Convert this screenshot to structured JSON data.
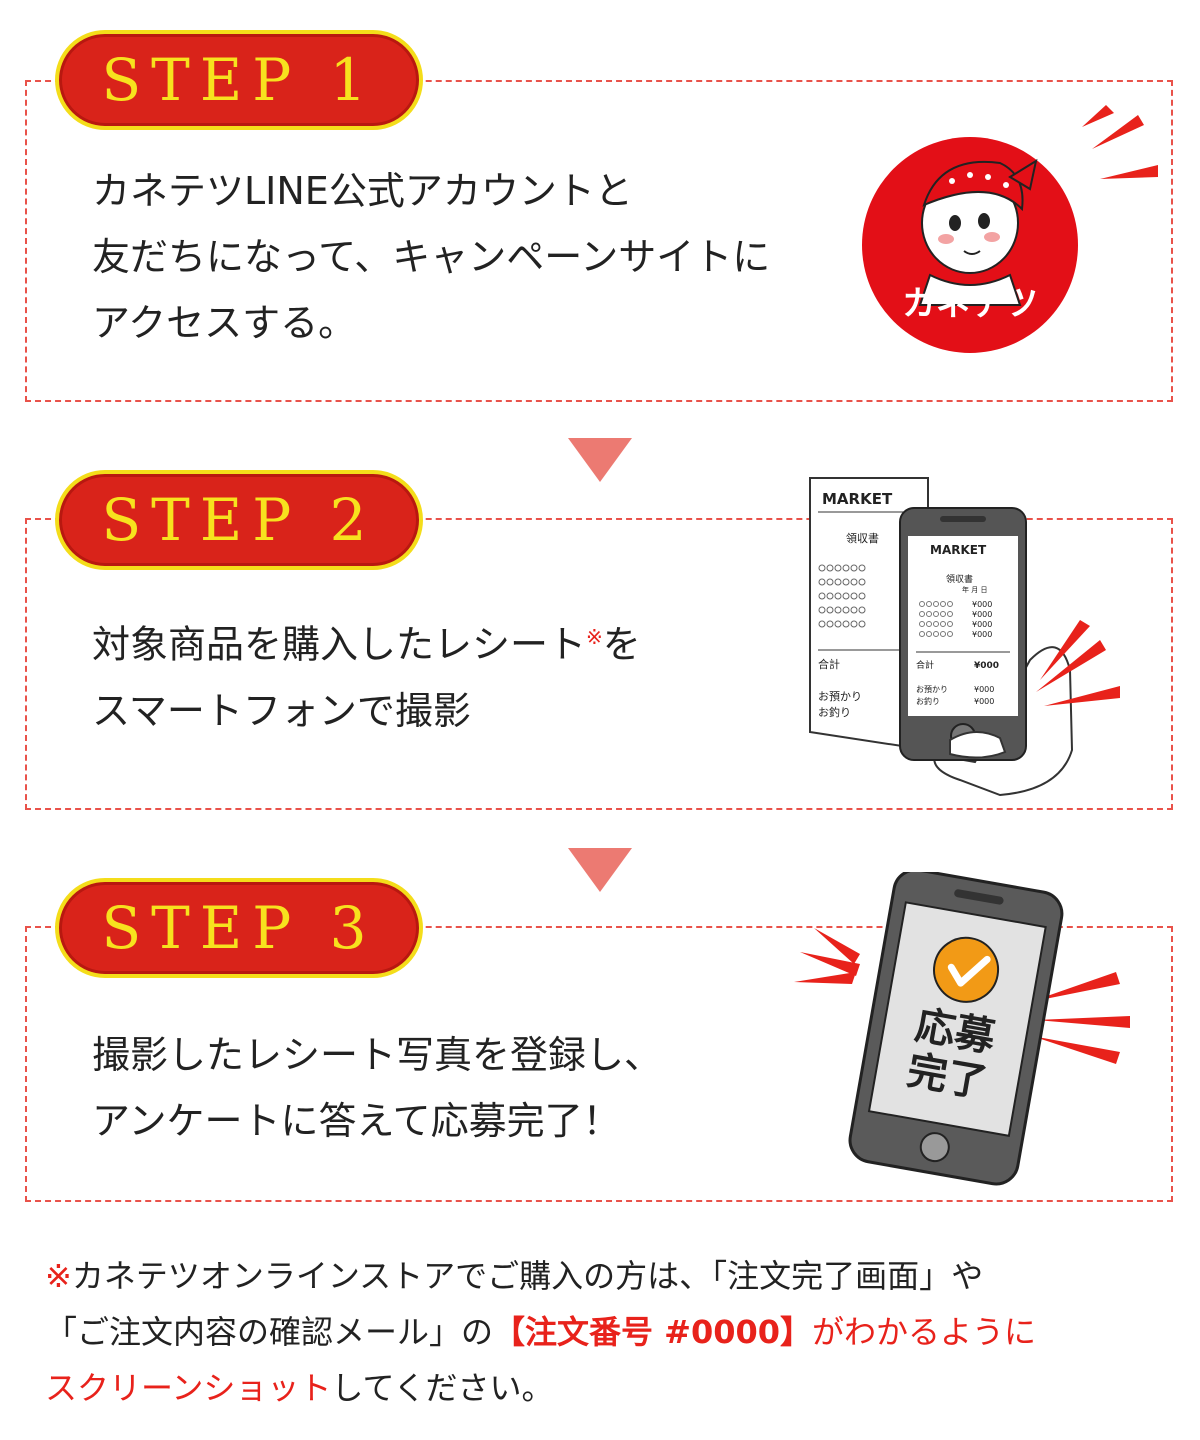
{
  "steps": [
    {
      "label": "STEP 1",
      "lines": [
        "カネテツLINE公式アカウントと",
        "友だちになって、キャンペーンサイトに",
        "アクセスする。"
      ]
    },
    {
      "label": "STEP 2",
      "line1_before": "対象商品を購入したレシート",
      "line1_mark": "※",
      "line1_after": "を",
      "line2": "スマートフォンで撮影"
    },
    {
      "label": "STEP 3",
      "lines": [
        "撮影したレシート写真を登録し、",
        "アンケートに答えて応募完了！"
      ]
    }
  ],
  "logo": {
    "text": "カネテツ"
  },
  "receipt": {
    "market": "MARKET",
    "title": "領収書",
    "date": "年 月 日",
    "price": "¥000",
    "total_label": "合計",
    "deposit_label": "お預かり",
    "change_label": "お釣り"
  },
  "complete_phone": {
    "line1": "応募",
    "line2": "完了"
  },
  "note": {
    "part1": "※",
    "part2": "カネテツオンラインストアでご購入の方は、「注文完了画面」や",
    "part3": "「ご注文内容の確認メール」の",
    "part4": "【注文番号 #0000】",
    "part5": "がわかるように",
    "part6": "スクリーンショット",
    "part7": "してください。"
  },
  "colors": {
    "red": "#d9231a",
    "gold": "#f4dd1a",
    "dashed": "#e9524a",
    "arrow": "#ec7a72",
    "check": "#f29a16"
  }
}
